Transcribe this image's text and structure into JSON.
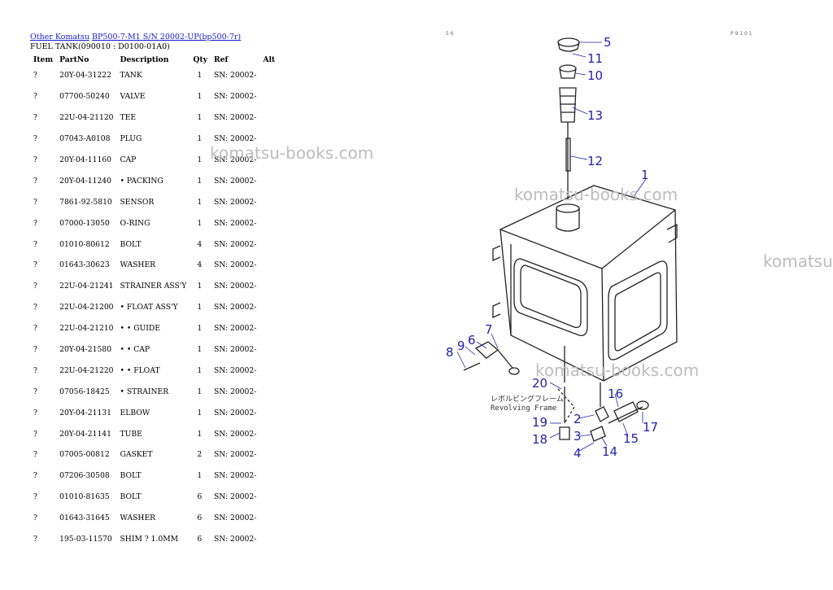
{
  "breadcrumb": {
    "link1": "Other Komatsu",
    "link2": "BP500-7-M1 S/N 20002-UP(bp500-7r)"
  },
  "subtitle": "FUEL TANK(090010 : D0100-01A0)",
  "table": {
    "headers": [
      "Item",
      "PartNo",
      "Description",
      "Qty",
      "Ref",
      "Alt"
    ],
    "rows": [
      [
        "?",
        "20Y-04-31222",
        "TANK",
        "1",
        "SN: 20002-",
        ""
      ],
      [
        "?",
        "07700-50240",
        "VALVE",
        "1",
        "SN: 20002-",
        ""
      ],
      [
        "?",
        "22U-04-21120",
        "TEE",
        "1",
        "SN: 20002-",
        ""
      ],
      [
        "?",
        "07043-A0108",
        "PLUG",
        "1",
        "SN: 20002-",
        ""
      ],
      [
        "?",
        "20Y-04-11160",
        "CAP",
        "1",
        "SN: 20002-",
        ""
      ],
      [
        "?",
        "20Y-04-11240",
        "• PACKING",
        "1",
        "SN: 20002-",
        ""
      ],
      [
        "?",
        "7861-92-5810",
        "SENSOR",
        "1",
        "SN: 20002-",
        ""
      ],
      [
        "?",
        "07000-13050",
        "O-RING",
        "1",
        "SN: 20002-",
        ""
      ],
      [
        "?",
        "01010-80612",
        "BOLT",
        "4",
        "SN: 20002-",
        ""
      ],
      [
        "?",
        "01643-30623",
        "WASHER",
        "4",
        "SN: 20002-",
        ""
      ],
      [
        "?",
        "22U-04-21241",
        "STRAINER ASS'Y",
        "1",
        "SN: 20002-",
        ""
      ],
      [
        "?",
        "22U-04-21200",
        "• FLOAT ASS'Y",
        "1",
        "SN: 20002-",
        ""
      ],
      [
        "?",
        "22U-04-21210",
        "• • GUIDE",
        "1",
        "SN: 20002-",
        ""
      ],
      [
        "?",
        "20Y-04-21580",
        "• • CAP",
        "1",
        "SN: 20002-",
        ""
      ],
      [
        "?",
        "22U-04-21220",
        "• • FLOAT",
        "1",
        "SN: 20002-",
        ""
      ],
      [
        "?",
        "07056-18425",
        "• STRAINER",
        "1",
        "SN: 20002-",
        ""
      ],
      [
        "?",
        "20Y-04-21131",
        "ELBOW",
        "1",
        "SN: 20002-",
        ""
      ],
      [
        "?",
        "20Y-04-21141",
        "TUBE",
        "1",
        "SN: 20002-",
        ""
      ],
      [
        "?",
        "07005-00812",
        "GASKET",
        "2",
        "SN: 20002-",
        ""
      ],
      [
        "?",
        "07206-30508",
        "BOLT",
        "1",
        "SN: 20002-",
        ""
      ],
      [
        "?",
        "01010-81635",
        "BOLT",
        "6",
        "SN: 20002-",
        ""
      ],
      [
        "?",
        "01643-31645",
        "WASHER",
        "6",
        "SN: 20002-",
        ""
      ],
      [
        "?",
        "195-03-11570",
        "SHIM ? 1.0MM",
        "6",
        "SN: 20002-",
        ""
      ]
    ]
  },
  "diagram": {
    "callouts": [
      "1",
      "2",
      "3",
      "4",
      "5",
      "6",
      "7",
      "8",
      "9",
      "10",
      "11",
      "12",
      "13",
      "14",
      "15",
      "16",
      "17",
      "18",
      "19",
      "20"
    ],
    "label_jp": "レボルビングフレーム",
    "label_en": "Revolving Frame",
    "corner_tl": "5 6",
    "corner_tr": "P 9 1 0 1"
  },
  "watermark": "komatsu-books.com"
}
